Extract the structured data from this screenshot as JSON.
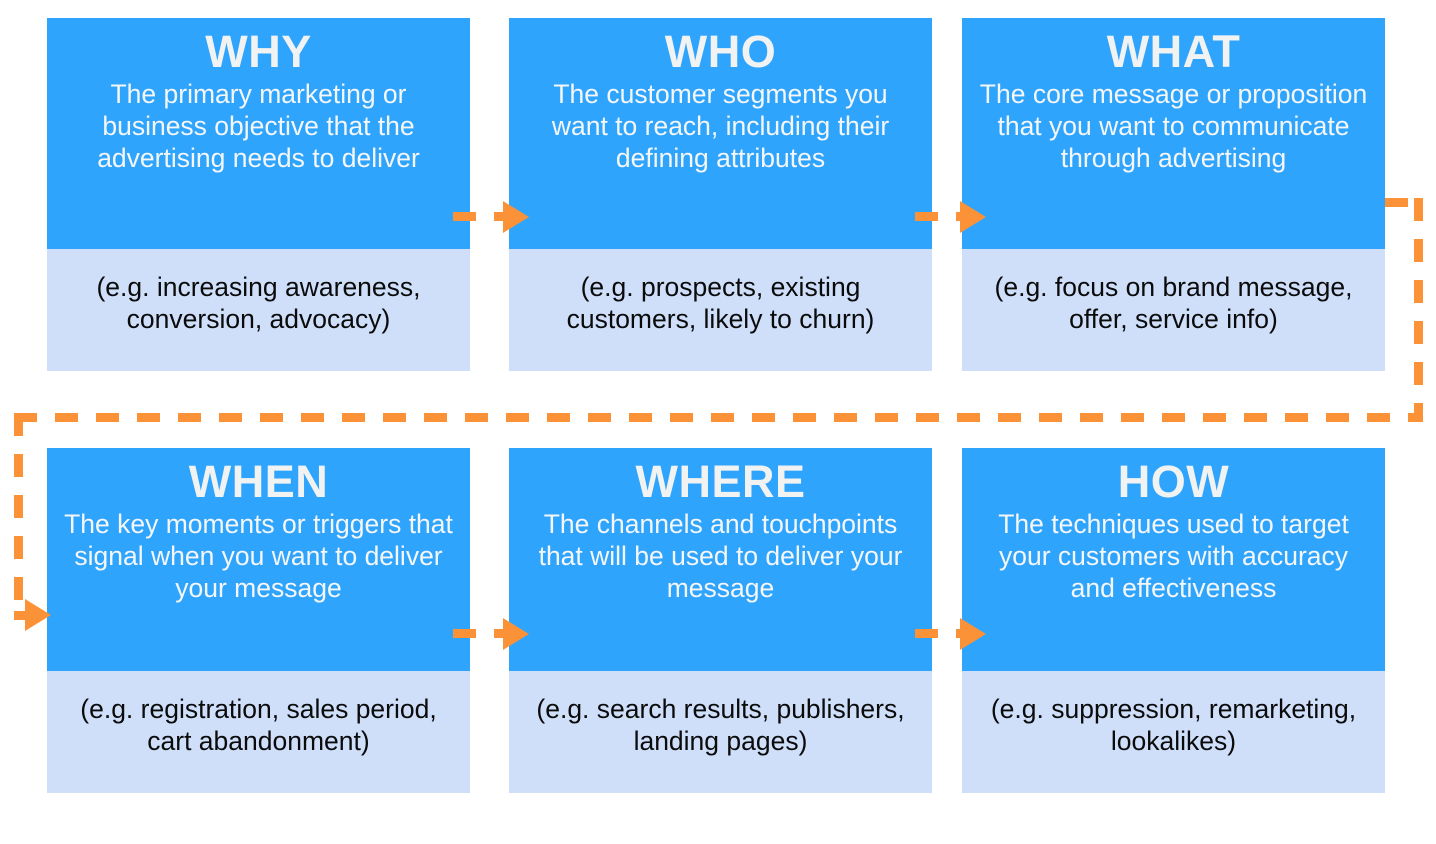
{
  "theme": {
    "header_blue": "#2fa4fd",
    "body_blue": "#cfdffa",
    "accent_orange": "#fb9237",
    "title_color": "#f1f2f2",
    "background": "#ffffff"
  },
  "cards": [
    {
      "id": "why",
      "title": "WHY",
      "description": "The primary marketing or business objective that the advertising needs to deliver",
      "example": "(e.g. increasing awareness, conversion, advocacy)"
    },
    {
      "id": "who",
      "title": "WHO",
      "description": "The customer segments you want to reach, including their defining attributes",
      "example": "(e.g. prospects, existing customers, likely to churn)"
    },
    {
      "id": "what",
      "title": "WHAT",
      "description": "The core message or proposition that you want to communicate through advertising",
      "example": "(e.g. focus on brand message, offer, service info)"
    },
    {
      "id": "when",
      "title": "WHEN",
      "description": "The key moments or triggers that signal when you want to deliver your message",
      "example": "(e.g. registration, sales period, cart abandonment)"
    },
    {
      "id": "where",
      "title": "WHERE",
      "description": "The channels and touchpoints that will be used to deliver your message",
      "example": "(e.g. search results, publishers, landing pages)"
    },
    {
      "id": "how",
      "title": "HOW",
      "description": "The techniques used to target your customers with accuracy and effectiveness",
      "example": "(e.g. suppression, remarketing, lookalikes)"
    }
  ],
  "connectors": [
    {
      "id": "why-to-who",
      "icon": "dashed-arrow-right-icon"
    },
    {
      "id": "who-to-what",
      "icon": "dashed-arrow-right-icon"
    },
    {
      "id": "what-to-when-wrap",
      "icon": "dashed-wrap-arrow-icon"
    },
    {
      "id": "when-to-where",
      "icon": "dashed-arrow-right-icon"
    },
    {
      "id": "where-to-how",
      "icon": "dashed-arrow-right-icon"
    }
  ]
}
